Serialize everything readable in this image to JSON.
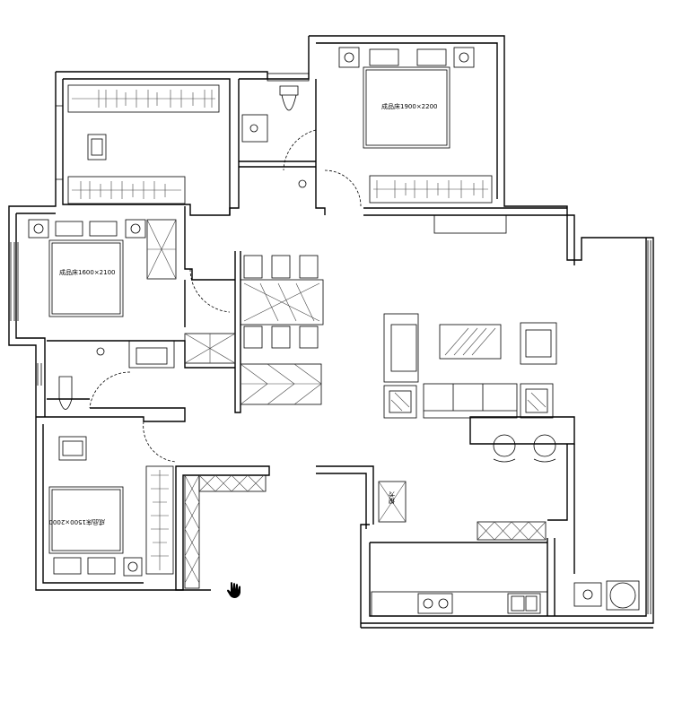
{
  "plan": {
    "labels": {
      "master_bed": "成品床1900×2200",
      "second_bed": "成品床1600×2100",
      "third_bed": "成品床1500×2000",
      "fridge": "冰箱"
    },
    "line_color": "#000000",
    "background": "#ffffff",
    "cursor_icon": "hand-pointer-icon"
  }
}
